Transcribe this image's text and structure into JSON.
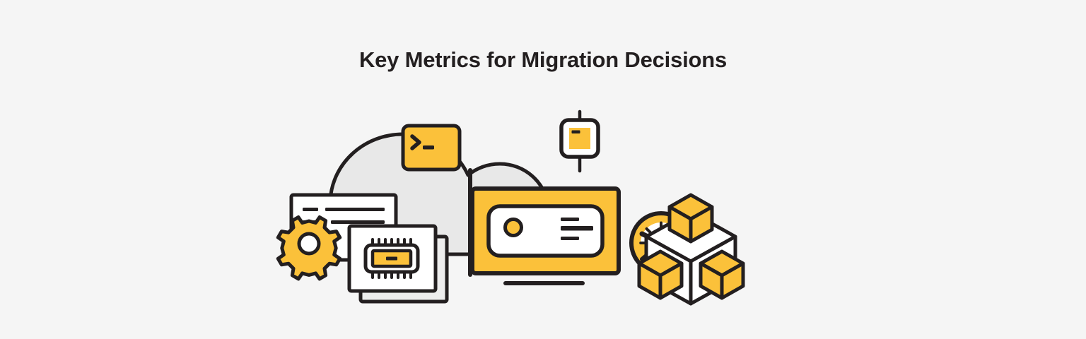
{
  "page": {
    "background_color": "#f5f5f5",
    "title": "Key Metrics for Migration Decisions"
  },
  "theme": {
    "accent_yellow": "#fbc13a",
    "ink_black": "#231f20",
    "cloud_gray": "#e8e8e8",
    "card_white": "#ffffff",
    "card_back_gray": "#ededed"
  },
  "illustration": {
    "name": "cloud-migration-illustration",
    "elements": [
      {
        "key": "cloud",
        "label": "cloud"
      },
      {
        "key": "terminal",
        "label": "terminal-window",
        "prompt": ">_"
      },
      {
        "key": "chip_node",
        "label": "chip-node"
      },
      {
        "key": "gauge",
        "label": "performance-gauge"
      },
      {
        "key": "document_card",
        "label": "document-card"
      },
      {
        "key": "gear",
        "label": "gear"
      },
      {
        "key": "cpu_card",
        "label": "cpu-chip-card"
      },
      {
        "key": "server",
        "label": "server-rack"
      },
      {
        "key": "containers",
        "label": "container-cluster"
      }
    ]
  }
}
